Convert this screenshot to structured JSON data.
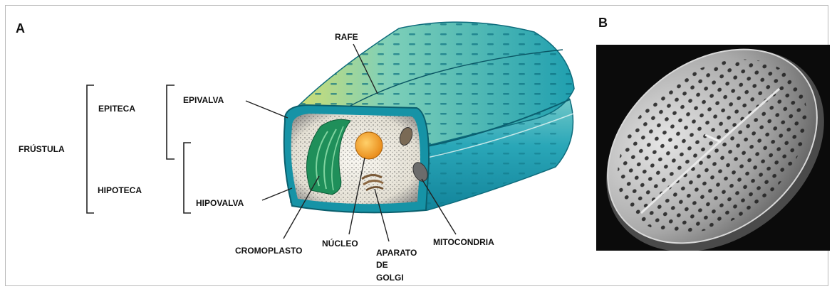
{
  "panels": {
    "a": {
      "letter": "A"
    },
    "b": {
      "letter": "B"
    }
  },
  "labels": {
    "frustula": "FRÚSTULA",
    "epiteca": "EPITECA",
    "hipoteca": "HIPOTECA",
    "epivalva": "EPIVALVA",
    "hipovalva": "HIPOVALVA",
    "rafe": "RAFE",
    "cromoplasto": "CROMOPLASTO",
    "nucleo": "NÚCLEO",
    "aparato_golgi": [
      "APARATO",
      "DE",
      "GOLGI"
    ],
    "mitocondria": "MITOCONDRIA"
  },
  "colors": {
    "frustule_teal": "#1f9fb0",
    "frustule_light": "#8fd6cf",
    "frustule_yellow": "#d8df6a",
    "chromoplast": "#1f8f5a",
    "nucleus": "#f29a1c",
    "cytoplasm": "#efece4",
    "sem_background": "#0b0b0b",
    "sem_shell": "#9a9a9a"
  }
}
